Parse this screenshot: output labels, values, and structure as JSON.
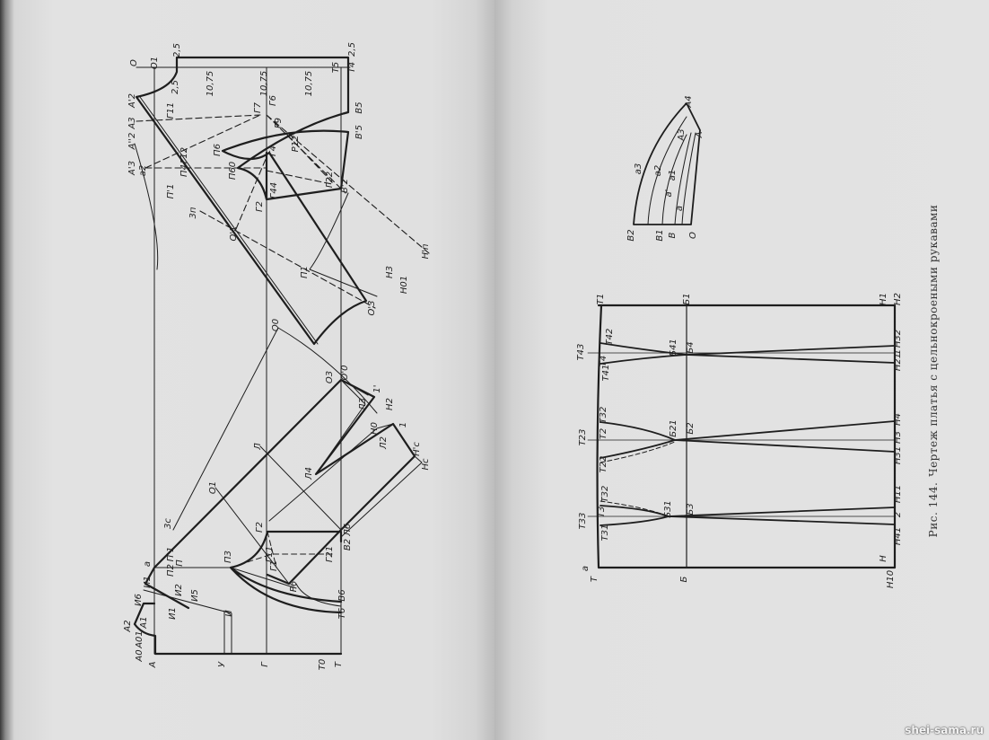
{
  "caption": {
    "figure_number": "Рис. 144.",
    "text": "Чертеж платья с цельнокроеными рукавами"
  },
  "watermark": "shei-sama.ru",
  "bodice_labels": [
    "О",
    "О1",
    "2,5",
    "Т4",
    "2,5",
    "Т5",
    "А'2",
    "А3",
    "А''2",
    "А'3",
    "а2",
    "Г11",
    "Г12",
    "П4",
    "П'1",
    "3п",
    "О'1",
    "П1",
    "О'3",
    "Н3",
    "Н01",
    "Н'п",
    "Г7",
    "Г6",
    "Г9",
    "П6",
    "П60",
    "Г4",
    "Р12",
    "Г2",
    "Г44",
    "Г22",
    "В5",
    "В'5",
    "В'2",
    "10,75",
    "10,75",
    "10,75",
    "2,5",
    "О0",
    "Л",
    "О1",
    "3с",
    "П'1",
    "П",
    "П2",
    "а",
    "И1",
    "И6",
    "И2",
    "И5",
    "И1",
    "И",
    "А2",
    "А1",
    "А01",
    "А0",
    "А",
    "У",
    "Г",
    "Т0",
    "Т",
    "Т6",
    "В6",
    "Р6",
    "Г1",
    "Г11",
    "П3",
    "Г21",
    "В2 Л6",
    "Г2",
    "Л4",
    "Л2",
    "Нс",
    "Н'с",
    "1",
    "Н0",
    "Н2",
    "Л3",
    "1'",
    "О3",
    "О'0"
  ],
  "skirt_labels": [
    "Т",
    "а",
    "Б",
    "Н10",
    "Н",
    "Т31",
    "Т33",
    "Т3",
    "Т32",
    "Б31",
    "Б3",
    "Н41",
    "2",
    "Н11",
    "Т22",
    "Т23",
    "Т2",
    "Т32",
    "Б21",
    "Б2",
    "Н31",
    "Н3",
    "Н4",
    "Т41",
    "Т4",
    "Т43",
    "Т42",
    "Б41",
    "Б4",
    "Н21",
    "1",
    "Н32",
    "Т1",
    "Б1",
    "Н1",
    "Н2"
  ],
  "sleeve_labels": [
    "А4",
    "А3",
    "А",
    "а3",
    "а2",
    "а1",
    "а'",
    "а",
    "В2",
    "В1",
    "В",
    "О"
  ]
}
